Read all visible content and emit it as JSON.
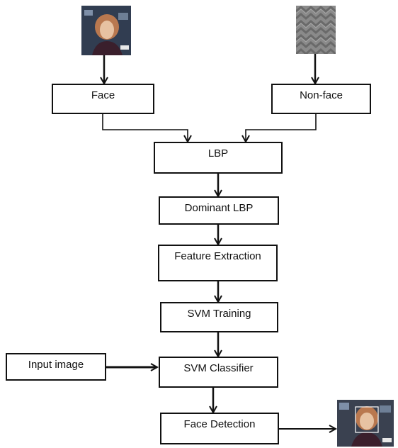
{
  "diagram": {
    "nodes": {
      "face": "Face",
      "nonface": "Non-face",
      "lbp": "LBP",
      "dominant_lbp": "Dominant LBP",
      "feature_extraction": "Feature Extraction",
      "svm_training": "SVM Training",
      "svm_classifier": "SVM Classifier",
      "input_image": "Input image",
      "face_detection": "Face Detection"
    },
    "images": {
      "face_sample": "face-photo-icon",
      "nonface_sample": "texture-patch-icon",
      "detection_result": "face-photo-icon"
    },
    "colors": {
      "stroke": "#111111",
      "box_fill": "#ffffff",
      "texture": "#8a8a8a",
      "photo_bg": "#3a4150"
    }
  }
}
